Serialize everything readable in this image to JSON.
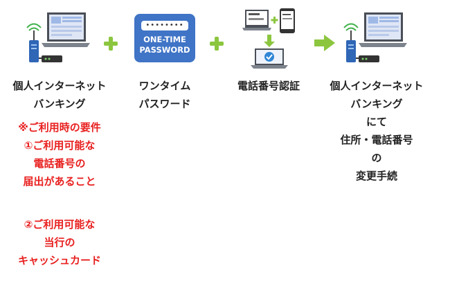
{
  "colors": {
    "text": "#222222",
    "requirement_red": "#e8201f",
    "plus_green": "#8cc63f",
    "arrow_green": "#8cc63f",
    "token_blue": "#3f74c6"
  },
  "step1": {
    "icon": "laptop-router-icon",
    "label_lines": [
      "個人インターネット",
      "バンキング"
    ],
    "requirement_title": "※ご利用時の要件",
    "req1_lines": [
      "①ご利用可能な",
      "電話番号の",
      "届出があること"
    ],
    "req2_lines": [
      "②ご利用可能な",
      "当行の",
      "キャッシュカード"
    ]
  },
  "step2": {
    "icon": "one-time-password-token-icon",
    "token_lines": [
      "ONE-TIME",
      "PASSWORD"
    ],
    "label_lines": [
      "ワンタイム",
      "パスワード"
    ]
  },
  "step3": {
    "icon": "phone-verification-icon",
    "label_lines": [
      "電話番号認証"
    ]
  },
  "step4": {
    "icon": "laptop-router-icon",
    "label_lines": [
      "個人インターネット",
      "バンキング",
      "にて",
      "住所・電話番号",
      "の",
      "変更手続"
    ]
  }
}
